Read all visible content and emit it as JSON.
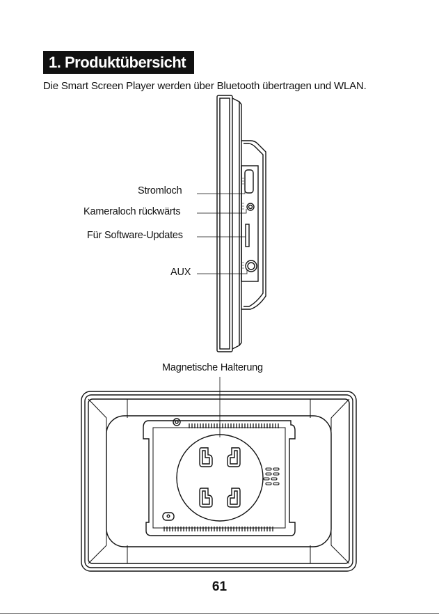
{
  "section_title": "1. Produktübersicht",
  "intro": "Die Smart Screen Player werden über Bluetooth übertragen und WLAN.",
  "side_view": {
    "labels": {
      "power": "Stromloch",
      "rear_camera": "Kameraloch rückwärts",
      "software_updates": "Für Software-Updates",
      "aux": "AUX"
    }
  },
  "rear_view": {
    "label": "Magnetische Halterung"
  },
  "page_number": "61"
}
